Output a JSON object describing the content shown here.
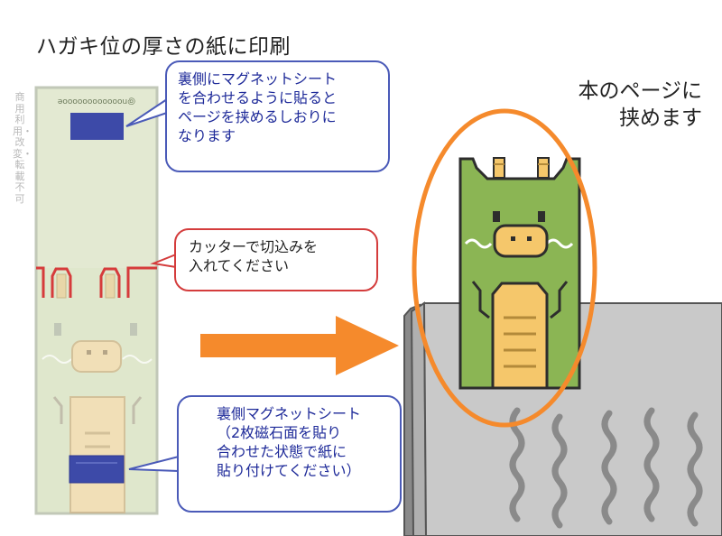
{
  "title": "ハガキ位の厚さの紙に印刷",
  "side_notice": "商用利用・改変・転載不可",
  "card_watermark": "@nooooooooooooe",
  "callout_top": {
    "line1": "裏側にマグネットシート",
    "line2": "を合わせるように貼ると",
    "line3": "ページを挟めるしおりに",
    "line4": "なります"
  },
  "callout_cut": {
    "line1": "カッターで切込みを",
    "line2": "入れてください"
  },
  "callout_bottom": {
    "line1": "裏側マグネットシート",
    "line2": "（2枚磁石面を貼り",
    "line3": "合わせた状態で紙に",
    "line4": "貼り付けてください）"
  },
  "page_label": {
    "line1": "本のページに",
    "line2": "挟めます"
  },
  "colors": {
    "callout_blue": "#4a5ab8",
    "callout_red": "#d43c3c",
    "arrow_orange": "#f58a2c",
    "ellipse_orange": "#f58a2c",
    "dragon_green": "#8bb554",
    "magnet_blue": "#3d4aa8",
    "card_pale": "#dfe7cc",
    "book_gray": "#c8c8c8"
  }
}
